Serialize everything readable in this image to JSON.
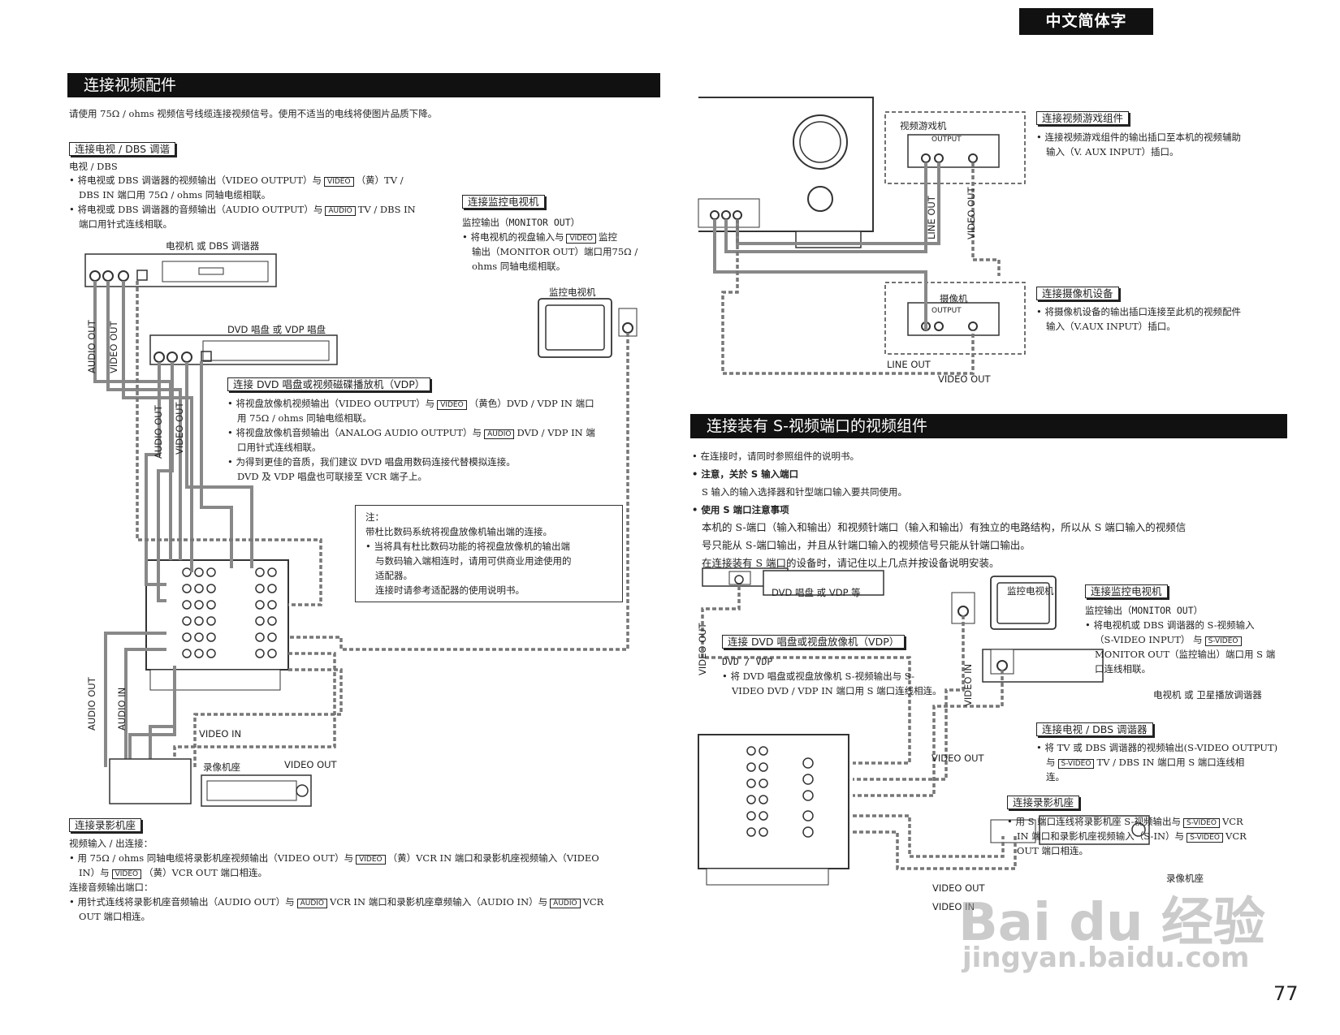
{
  "lang_tab": "中文简体字",
  "page_number": "77",
  "watermark": {
    "brand": "Bai du 经验",
    "url": "jingyan.baidu.com"
  },
  "left": {
    "section_title": "连接视频配件",
    "intro": "请使用 75Ω / ohms 视频信号线缆连接视频信号。使用不适当的电线将使图片品质下降。",
    "tv": {
      "head": "连接电视 / DBS 调谐",
      "sub": "电视 / DBS",
      "b1": [
        "将电视或 DBS 调谐器的视频输出（VIDEO OUTPUT）与",
        "VIDEO",
        "（黄）TV /",
        "DBS IN 端口用 75Ω / ohms 同轴电缆相联。"
      ],
      "b2": [
        "将电视或 DBS 调谐器的音频输出（AUDIO OUTPUT）与",
        "AUDIO",
        "TV / DBS IN",
        "端口用针式连线相联。"
      ],
      "device_label": "电视机 或 DBS 调谐器"
    },
    "monitor": {
      "head": "连接监控电视机",
      "sub": "监控输出（MONITOR OUT）",
      "b1": [
        "将电视机的视盘输入与",
        "VIDEO",
        "监控",
        "输出（MONITOR OUT）端口用75Ω /",
        "ohms 同轴电缆相联。"
      ],
      "device_label": "监控电视机"
    },
    "dvd": {
      "device_label": "DVD 唱盘 或 VDP 唱盘",
      "head": "连接 DVD 唱盘或视频磁碟播放机（VDP）",
      "b1": [
        "将视盘放像机视频输出（VIDEO OUTPUT）与",
        "VIDEO",
        "（黄色）DVD / VDP IN 端口",
        "用 75Ω / ohms 同轴电缆相联。"
      ],
      "b2": [
        "将视盘放像机音频输出（ANALOG AUDIO OUTPUT）与",
        "AUDIO",
        "DVD / VDP IN 端",
        "口用针式连线相联。"
      ],
      "b3": [
        "为得到更佳的音质，我们建议 DVD 唱盘用数码连接代替模拟连接。",
        "DVD 及 VDP 唱盘也可联接至 VCR 端子上。"
      ]
    },
    "note": {
      "title": "注：",
      "l1": "带杜比数码系统将视盘放像机输出端的连接。",
      "l2": [
        "当将具有杜比数码功能的将视盘放像机的输出端",
        "与数码输入端相连时，请用可供商业用途使用的",
        "适配器。",
        "连接时请参考适配器的使用说明书。"
      ]
    },
    "diagram_labels": {
      "audio_out_1": "AUDIO OUT",
      "video_out_1": "VIDEO OUT",
      "audio_out_2": "AUDIO OUT",
      "video_out_2": "VIDEO OUT",
      "audio_out_3": "AUDIO OUT",
      "audio_in": "AUDIO IN",
      "video_in": "VIDEO IN",
      "video_out_3": "VIDEO OUT"
    },
    "vcr": {
      "device_label": "录像机座",
      "head": "连接录影机座",
      "sub1": "视频输入 / 出连接：",
      "b1": [
        "用 75Ω / ohms 同轴电缆将录影机座视频输出（VIDEO OUT）与",
        "VIDEO",
        "（黄）VCR IN 端口和录影机座视频输入（VIDEO",
        "IN）与",
        "VIDEO",
        "（黄）VCR OUT 端口相连。"
      ],
      "sub2": "连接音频输出端口：",
      "b2": [
        "用针式连线将录影机座音频输出（AUDIO OUT）与",
        "AUDIO",
        "VCR IN 端口和录影机座章频输入（AUDIO IN）与",
        "AUDIO",
        "VCR",
        "OUT 端口相连。"
      ]
    }
  },
  "right": {
    "game": {
      "device_label": "视频游戏机",
      "output": "OUTPUT",
      "head": "连接视频游戏组件",
      "b1": [
        "连接视频游戏组件的输出插口至本机的视频辅助",
        "输入（V. AUX INPUT）插口。"
      ],
      "line_out": "LINE OUT",
      "video_out": "VIDEO OUT"
    },
    "camera": {
      "device_label": "摄像机",
      "output": "OUTPUT",
      "head": "连接摄像机设备",
      "b1": [
        "将摄像机设备的输出插口连接至此机的视频配件",
        "输入（V.AUX INPUT）插口。"
      ],
      "line_out": "LINE OUT",
      "video_out": "VIDEO OUT"
    },
    "svideo": {
      "section_title": "连接装有 S-视频端口的视频组件",
      "p1": "在连接时，请同时参照组件的说明书。",
      "h2": "注意，关於 S 输入端口",
      "p2": "S 输入的输入选择器和针型端口输入要共同使用。",
      "h3": "使用 S 端口注意事项",
      "p3": [
        "本机的 S-端口（输入和输出）和视频针端口（输入和输出）有独立的电路结构，所以从 S 端口输入的视频信",
        "号只能从 S-端口输出，并且从针端口输入的视频信号只能从针端口输出。",
        "在连接装有 S 端口的设备时，请记住以上几点并按设备说明安装。"
      ]
    },
    "s_dvd": {
      "device_label": "DVD 唱盘 或 VDP 等",
      "head": "连接 DVD 唱盘或视盘放像机（VDP）",
      "sub": "DVD / VDP",
      "b1": [
        "将 DVD 唱盘或视盘放像机 S-视频输出与 S-",
        "VIDEO DVD / VDP IN 端口用 S 端口连线相连。"
      ],
      "video_out": "VIDEO OUT"
    },
    "s_monitor": {
      "device_label": "监控电视机",
      "head": "连接监控电视机",
      "sub": "监控输出（MONITOR OUT）",
      "b1": [
        "将电视机或 DBS 调谐器的 S-视频输入",
        "（S-VIDEO INPUT） 与",
        "S-VIDEO",
        "MONITOR OUT（监控输出）端口用 S 端",
        "口连线相联。"
      ],
      "video_in": "VIDEO IN"
    },
    "s_tv": {
      "device_label": "电视机 或 卫星播放调谐器",
      "head": "连接电视 / DBS 调谐器",
      "b1": [
        "将 TV 或 DBS 调谐器的视频输出(S-VIDEO OUTPUT)",
        "与",
        "S-VIDEO",
        "TV / DBS IN 端口用 S 端口连线相",
        "连。"
      ],
      "video_out": "VIDEO OUT"
    },
    "s_vcr": {
      "head": "连接录影机座",
      "b1": [
        "用 S 端口连线将录影机座 S-视频输出与",
        "S-VIDEO",
        "VCR",
        "IN 端口和录影机座视频输入（S-IN）与",
        "S-VIDEO",
        "VCR",
        "OUT 端口相连。"
      ],
      "device_label": "录像机座",
      "video_out": "VIDEO OUT",
      "video_in": "VIDEO IN"
    }
  }
}
